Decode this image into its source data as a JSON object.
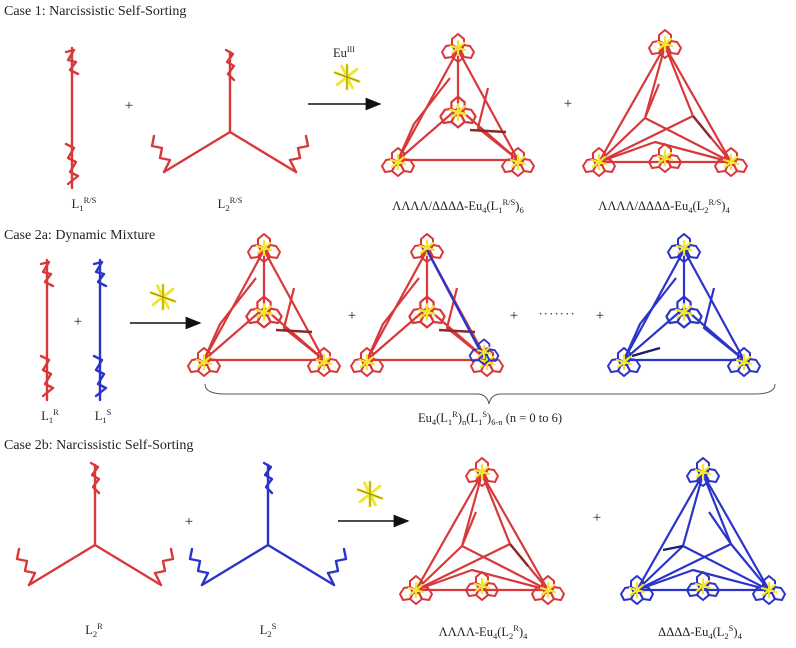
{
  "cases": {
    "case1": {
      "title": "Case 1: Narcissistic Self-Sorting"
    },
    "case2a": {
      "title": "Case 2a: Dynamic Mixture"
    },
    "case2b": {
      "title": "Case 2b: Narcissistic Self-Sorting"
    }
  },
  "reagent": {
    "base": "Eu",
    "sup": "III"
  },
  "labels": {
    "case1_l1": {
      "base": "L",
      "sub": "1",
      "sup": "R/S"
    },
    "case1_l2": {
      "base": "L",
      "sub": "2",
      "sup": "R/S"
    },
    "case1_p1": {
      "pre": "ΛΛΛΛ/ΔΔΔΔ-Eu",
      "sub1": "4",
      "open": "(L",
      "sub2": "1",
      "sup": "R/S",
      "close": ")",
      "sub3": "6"
    },
    "case1_p2": {
      "pre": "ΛΛΛΛ/ΔΔΔΔ-Eu",
      "sub1": "4",
      "open": "(L",
      "sub2": "2",
      "sup": "R/S",
      "close": ")",
      "sub3": "4"
    },
    "case2a_l1r": {
      "base": "L",
      "sub": "1",
      "sup": "R"
    },
    "case2a_l1s": {
      "base": "L",
      "sub": "1",
      "sup": "S"
    },
    "case2a_mix": {
      "pre": "Eu",
      "sub1": "4",
      "p1": "(L",
      "sub2": "1",
      "sup1": "R",
      "p2": ")",
      "sub3": "n",
      "p3": "(L",
      "sub4": "1",
      "sup2": "S",
      "p4": ")",
      "sub5": "6-n",
      "tail": " (n = 0 to 6)"
    },
    "case2b_l2r": {
      "base": "L",
      "sub": "2",
      "sup": "R"
    },
    "case2b_l2s": {
      "base": "L",
      "sub": "2",
      "sup": "S"
    },
    "case2b_p1": {
      "pre": "ΛΛΛΛ-Eu",
      "sub1": "4",
      "open": "(L",
      "sub2": "2",
      "sup": "R",
      "close": ")",
      "sub3": "4"
    },
    "case2b_p2": {
      "pre": "ΔΔΔΔ-Eu",
      "sub1": "4",
      "open": "(L",
      "sub2": "2",
      "sup": "S",
      "close": ")",
      "sub3": "4"
    }
  },
  "operators": {
    "plus": "+",
    "dots": "·······"
  },
  "colors": {
    "red": "#d9383a",
    "darkred": "#8a2a2a",
    "blue": "#2b34c8",
    "darkblue": "#1a1f6e",
    "yellow": "#f2e52a",
    "text": "#222222"
  }
}
